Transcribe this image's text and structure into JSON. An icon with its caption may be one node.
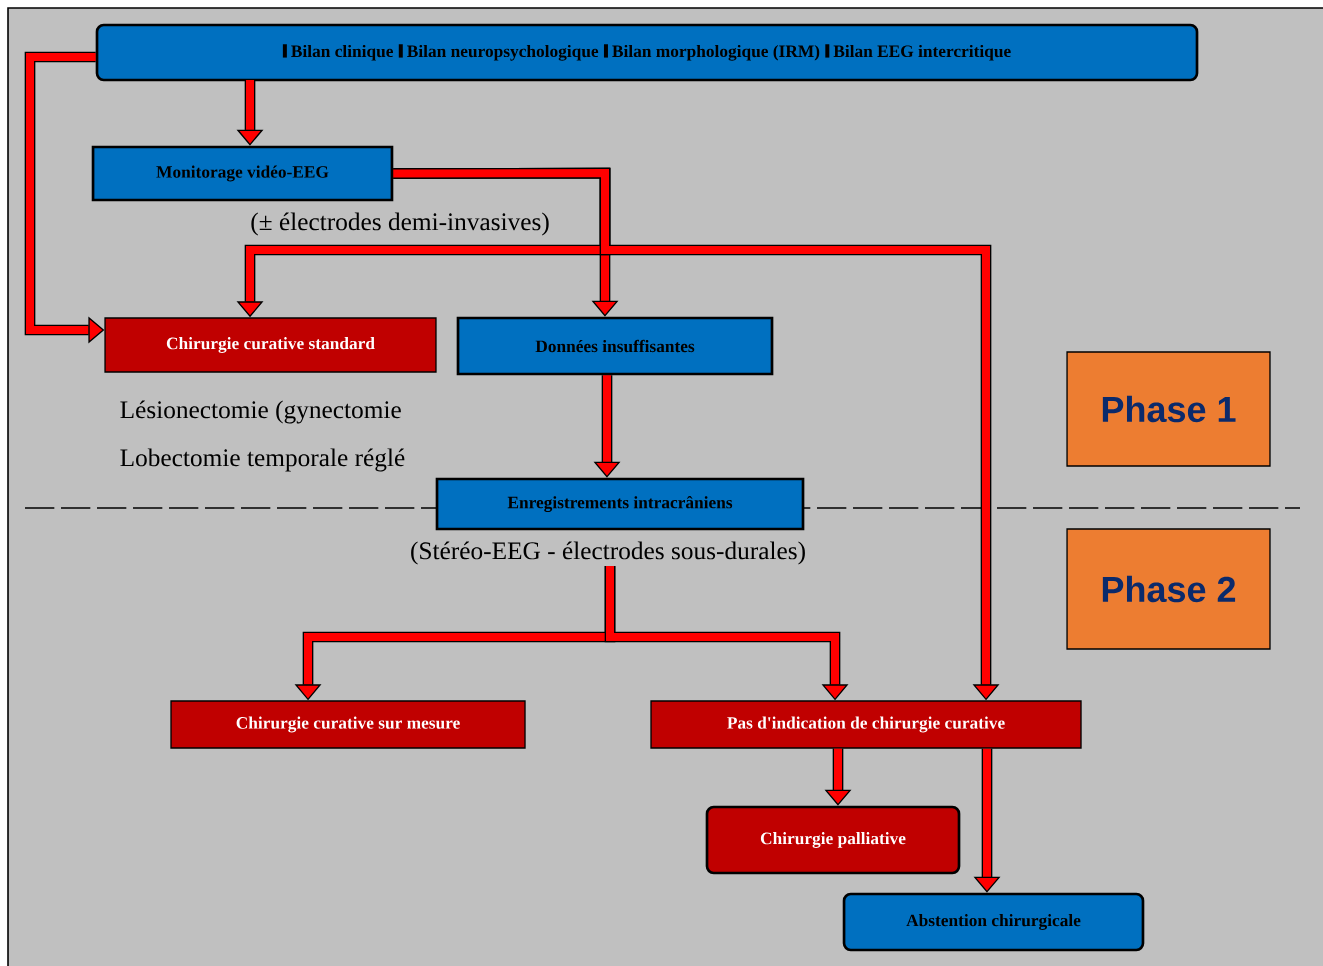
{
  "diagram": {
    "nodes": [
      {
        "text": [
          "Bilan clinique",
          "Bilan neuropsychologique",
          "Bilan morphologique (IRM)",
          "Bilan EEG intercritique"
        ]
      },
      {
        "text": [
          "Monitorage vidéo-EEG"
        ],
        "beside": [
          "(± électrodes demi-invasives)"
        ]
      },
      {
        "text": [
          "Chirurgie curative standard"
        ],
        "beside": [
          "Lésionectomie (gynectomie",
          "Lobectomie temporale réglé"
        ]
      },
      {
        "text": [
          "Données insuffisantes"
        ]
      },
      {
        "text": [
          "Enregistrements intracrâniens"
        ],
        "beside": [
          "(Stéréo-EEG - électrodes sous-durales)"
        ]
      },
      {
        "text": [
          "Chirurgie curative sur mesure"
        ]
      },
      {
        "text": [
          "Pas d'indication de chirurgie curative"
        ]
      },
      {
        "text": [
          "Chirurgie palliative"
        ]
      },
      {
        "text": [
          "Abstention chirurgicale"
        ]
      },
      {
        "text": [
          "Phase 1"
        ]
      },
      {
        "text": [
          "Phase 2"
        ]
      }
    ],
    "edges": [
      {
        "from": 0,
        "to": 1,
        "arrow": "to"
      },
      {
        "from": 0,
        "to": 2,
        "arrow": "to"
      },
      {
        "from": 1,
        "to": 3,
        "arrow": "to"
      },
      {
        "from": 1,
        "to": 2,
        "arrow": "to"
      },
      {
        "from": 1,
        "to": 6,
        "arrow": "to"
      },
      {
        "from": 3,
        "to": 4,
        "arrow": "to"
      },
      {
        "from": 4,
        "to": 5,
        "arrow": "to"
      },
      {
        "from": 4,
        "to": 6,
        "arrow": "to"
      },
      {
        "from": 6,
        "to": 7,
        "arrow": "to"
      },
      {
        "from": 6,
        "to": 8,
        "arrow": "to"
      }
    ]
  }
}
